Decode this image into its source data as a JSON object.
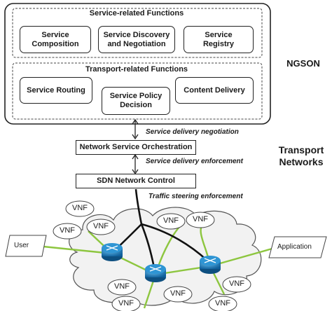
{
  "ngson": {
    "label": "NGSON",
    "service_section": {
      "title": "Service-related Functions",
      "boxes": [
        "Service\nComposition",
        "Service Discovery\nand Negotiation",
        "Service\nRegistry"
      ]
    },
    "transport_section": {
      "title": "Transport-related Functions",
      "boxes": [
        "Service Routing",
        "Service Policy\nDecision",
        "Content Delivery"
      ]
    }
  },
  "orchestration": {
    "label": "Network Service Orchestration"
  },
  "sdn_control": {
    "label": "SDN Network Control"
  },
  "transport_label": "Transport\nNetworks",
  "flows": {
    "negotiation": "Service delivery negotiation",
    "enforcement": "Service delivery enforcement",
    "steering": "Traffic steering enforcement"
  },
  "network": {
    "vnf_label": "VNF",
    "user_label": "User",
    "application_label": "Application"
  },
  "colors": {
    "link_green": "#8dc63f",
    "router_blue": "#1a7fc1",
    "border": "#222222"
  }
}
